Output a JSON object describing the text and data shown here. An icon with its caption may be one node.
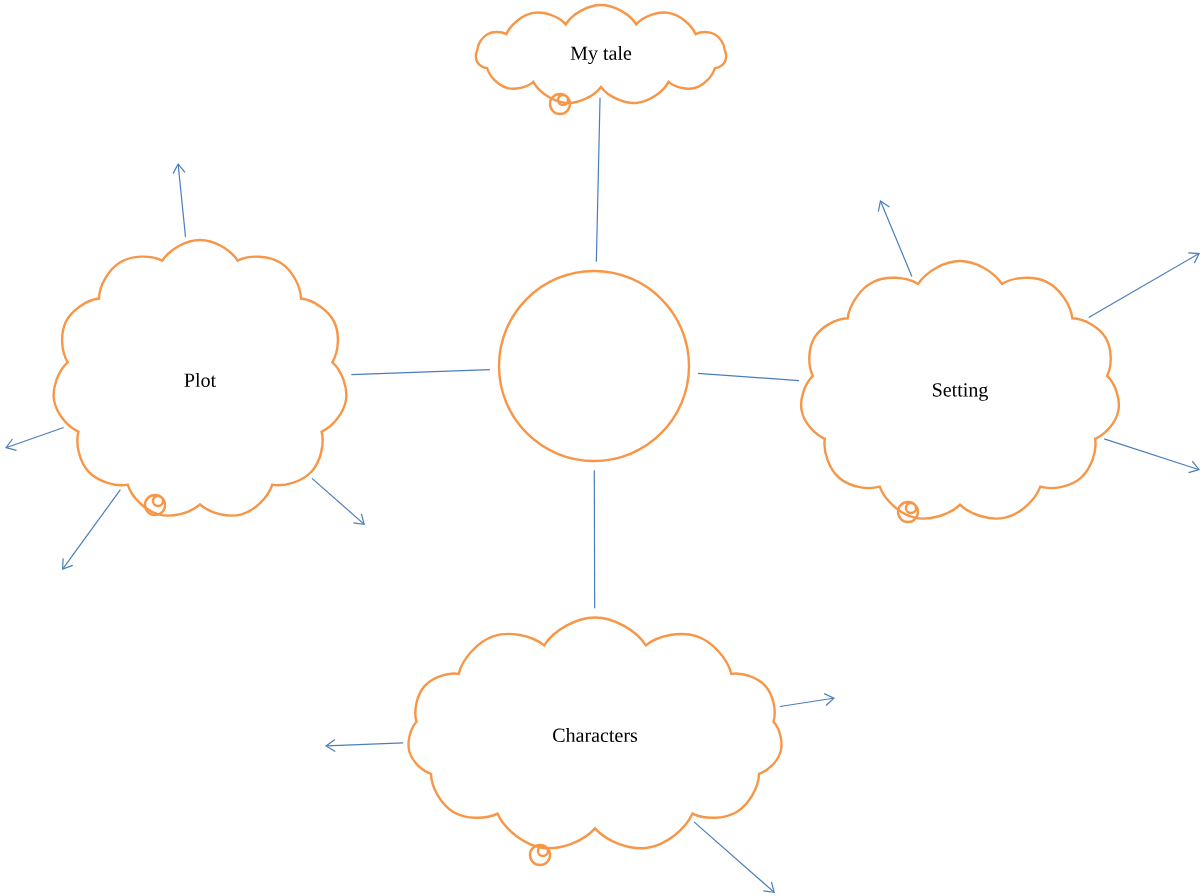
{
  "diagram": {
    "nodes": [
      {
        "text": [
          "My tale"
        ]
      },
      {
        "text": [],
        "shape": "circle"
      },
      {
        "text": [
          "Plot"
        ]
      },
      {
        "text": [
          "Setting"
        ]
      },
      {
        "text": [
          "Characters"
        ]
      }
    ],
    "edges": [
      {
        "from": 0,
        "to": 1,
        "arrow": "none"
      },
      {
        "from": 2,
        "to": 1,
        "arrow": "none"
      },
      {
        "from": 3,
        "to": 1,
        "arrow": "none"
      },
      {
        "from": 4,
        "to": 1,
        "arrow": "none"
      },
      {
        "from": 2,
        "to": null,
        "arrow": "to"
      },
      {
        "from": 2,
        "to": null,
        "arrow": "to"
      },
      {
        "from": 2,
        "to": null,
        "arrow": "to"
      },
      {
        "from": 2,
        "to": null,
        "arrow": "to"
      },
      {
        "from": 3,
        "to": null,
        "arrow": "to"
      },
      {
        "from": 3,
        "to": null,
        "arrow": "to"
      },
      {
        "from": 3,
        "to": null,
        "arrow": "to"
      },
      {
        "from": 4,
        "to": null,
        "arrow": "to"
      },
      {
        "from": 4,
        "to": null,
        "arrow": "to"
      },
      {
        "from": 4,
        "to": null,
        "arrow": "to"
      }
    ]
  }
}
